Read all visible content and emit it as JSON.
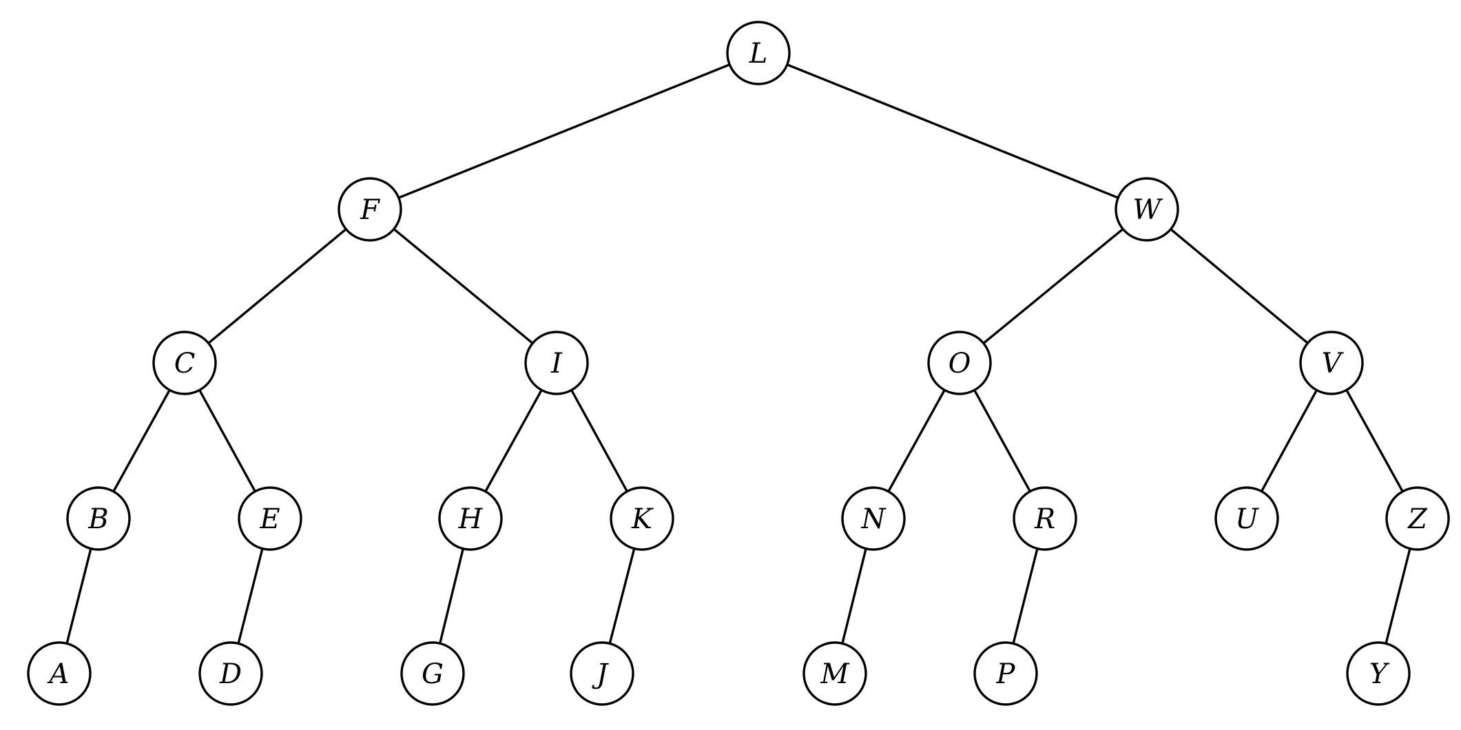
{
  "diagram": {
    "type": "binary-tree",
    "root": "L",
    "nodes": [
      {
        "id": "L",
        "label": "L",
        "level": 0
      },
      {
        "id": "F",
        "label": "F",
        "level": 1
      },
      {
        "id": "W",
        "label": "W",
        "level": 1
      },
      {
        "id": "C",
        "label": "C",
        "level": 2
      },
      {
        "id": "I",
        "label": "I",
        "level": 2
      },
      {
        "id": "O",
        "label": "O",
        "level": 2
      },
      {
        "id": "V",
        "label": "V",
        "level": 2
      },
      {
        "id": "B",
        "label": "B",
        "level": 3
      },
      {
        "id": "E",
        "label": "E",
        "level": 3
      },
      {
        "id": "H",
        "label": "H",
        "level": 3
      },
      {
        "id": "K",
        "label": "K",
        "level": 3
      },
      {
        "id": "N",
        "label": "N",
        "level": 3
      },
      {
        "id": "R",
        "label": "R",
        "level": 3
      },
      {
        "id": "U",
        "label": "U",
        "level": 3
      },
      {
        "id": "Z",
        "label": "Z",
        "level": 3
      },
      {
        "id": "A",
        "label": "A",
        "level": 4
      },
      {
        "id": "D",
        "label": "D",
        "level": 4
      },
      {
        "id": "G",
        "label": "G",
        "level": 4
      },
      {
        "id": "J",
        "label": "J",
        "level": 4
      },
      {
        "id": "M",
        "label": "M",
        "level": 4
      },
      {
        "id": "P",
        "label": "P",
        "level": 4
      },
      {
        "id": "Y",
        "label": "Y",
        "level": 4
      }
    ],
    "edges": [
      {
        "from": "L",
        "to": "F"
      },
      {
        "from": "L",
        "to": "W"
      },
      {
        "from": "F",
        "to": "C"
      },
      {
        "from": "F",
        "to": "I"
      },
      {
        "from": "W",
        "to": "O"
      },
      {
        "from": "W",
        "to": "V"
      },
      {
        "from": "C",
        "to": "B"
      },
      {
        "from": "C",
        "to": "E"
      },
      {
        "from": "I",
        "to": "H"
      },
      {
        "from": "I",
        "to": "K"
      },
      {
        "from": "O",
        "to": "N"
      },
      {
        "from": "O",
        "to": "R"
      },
      {
        "from": "V",
        "to": "U"
      },
      {
        "from": "V",
        "to": "Z"
      },
      {
        "from": "B",
        "to": "A"
      },
      {
        "from": "E",
        "to": "D"
      },
      {
        "from": "H",
        "to": "G"
      },
      {
        "from": "K",
        "to": "J"
      },
      {
        "from": "N",
        "to": "M"
      },
      {
        "from": "R",
        "to": "P"
      },
      {
        "from": "Z",
        "to": "Y"
      }
    ]
  }
}
